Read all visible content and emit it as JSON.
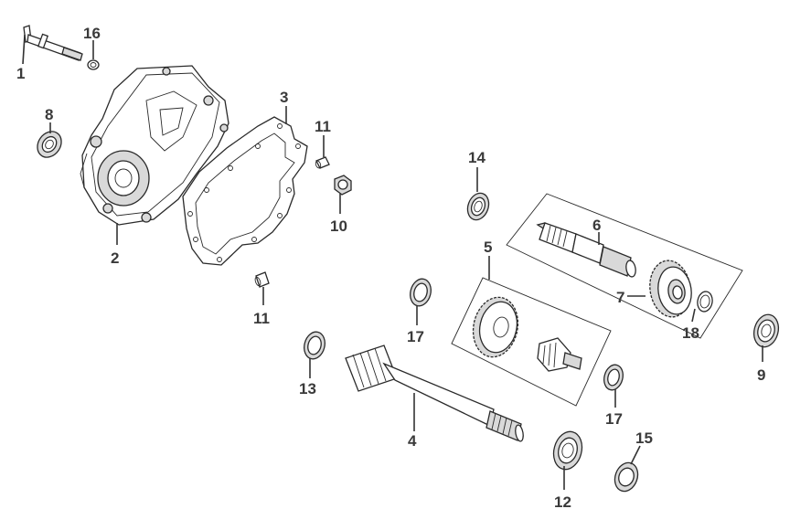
{
  "diagram": {
    "callouts": [
      {
        "id": "c1",
        "text": "1"
      },
      {
        "id": "c2",
        "text": "2"
      },
      {
        "id": "c3",
        "text": "3"
      },
      {
        "id": "c4",
        "text": "4"
      },
      {
        "id": "c5",
        "text": "5"
      },
      {
        "id": "c6",
        "text": "6"
      },
      {
        "id": "c7",
        "text": "7"
      },
      {
        "id": "c8",
        "text": "8"
      },
      {
        "id": "c9",
        "text": "9"
      },
      {
        "id": "c10",
        "text": "10"
      },
      {
        "id": "c11a",
        "text": "11"
      },
      {
        "id": "c11b",
        "text": "11"
      },
      {
        "id": "c12",
        "text": "12"
      },
      {
        "id": "c13",
        "text": "13"
      },
      {
        "id": "c14",
        "text": "14"
      },
      {
        "id": "c15",
        "text": "15"
      },
      {
        "id": "c16",
        "text": "16"
      },
      {
        "id": "c17a",
        "text": "17"
      },
      {
        "id": "c17b",
        "text": "17"
      },
      {
        "id": "c18",
        "text": "18"
      }
    ]
  }
}
